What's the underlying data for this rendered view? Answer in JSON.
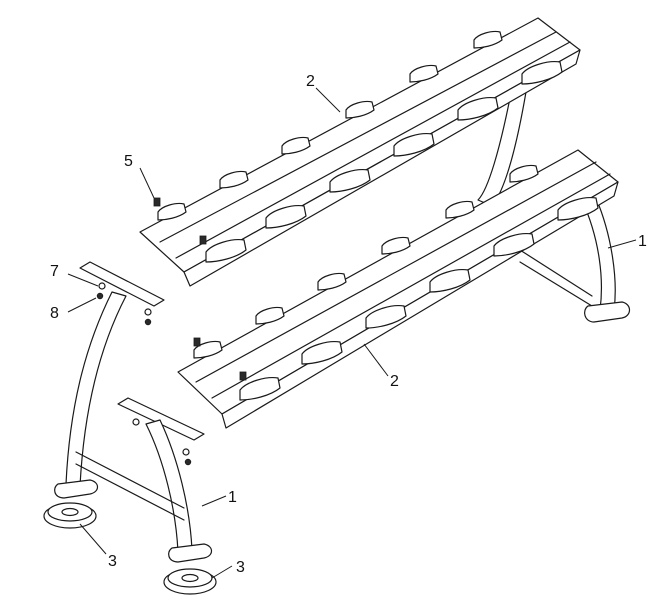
{
  "callouts": {
    "c1_right": "1",
    "c1_left": "1",
    "c2_top": "2",
    "c2_bottom": "2",
    "c3_left": "3",
    "c3_right": "3",
    "c5": "5",
    "c7": "7",
    "c8": "8"
  },
  "colors": {
    "line": "#1a1a1a",
    "background": "#ffffff"
  }
}
